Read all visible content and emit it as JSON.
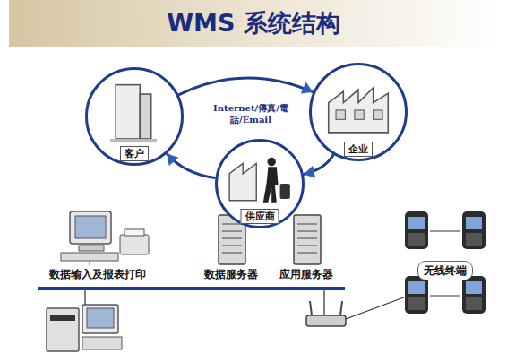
{
  "diagram": {
    "title": "WMS 系统结构",
    "nodes": [
      {
        "text": [
          "客户"
        ]
      },
      {
        "text": [
          "企业"
        ]
      },
      {
        "text": [
          "供应商"
        ]
      },
      {
        "text": [
          "无线终端"
        ]
      }
    ],
    "edges": [
      {
        "from": 0,
        "to": 1,
        "arrow": "to"
      },
      {
        "from": 1,
        "to": 2,
        "arrow": "to"
      },
      {
        "from": 2,
        "to": 0,
        "arrow": "to"
      }
    ],
    "labels": [
      "Internet/傳真/電話/Email",
      "数据输入及报表打印",
      "数据服务器",
      "应用服务器"
    ]
  }
}
